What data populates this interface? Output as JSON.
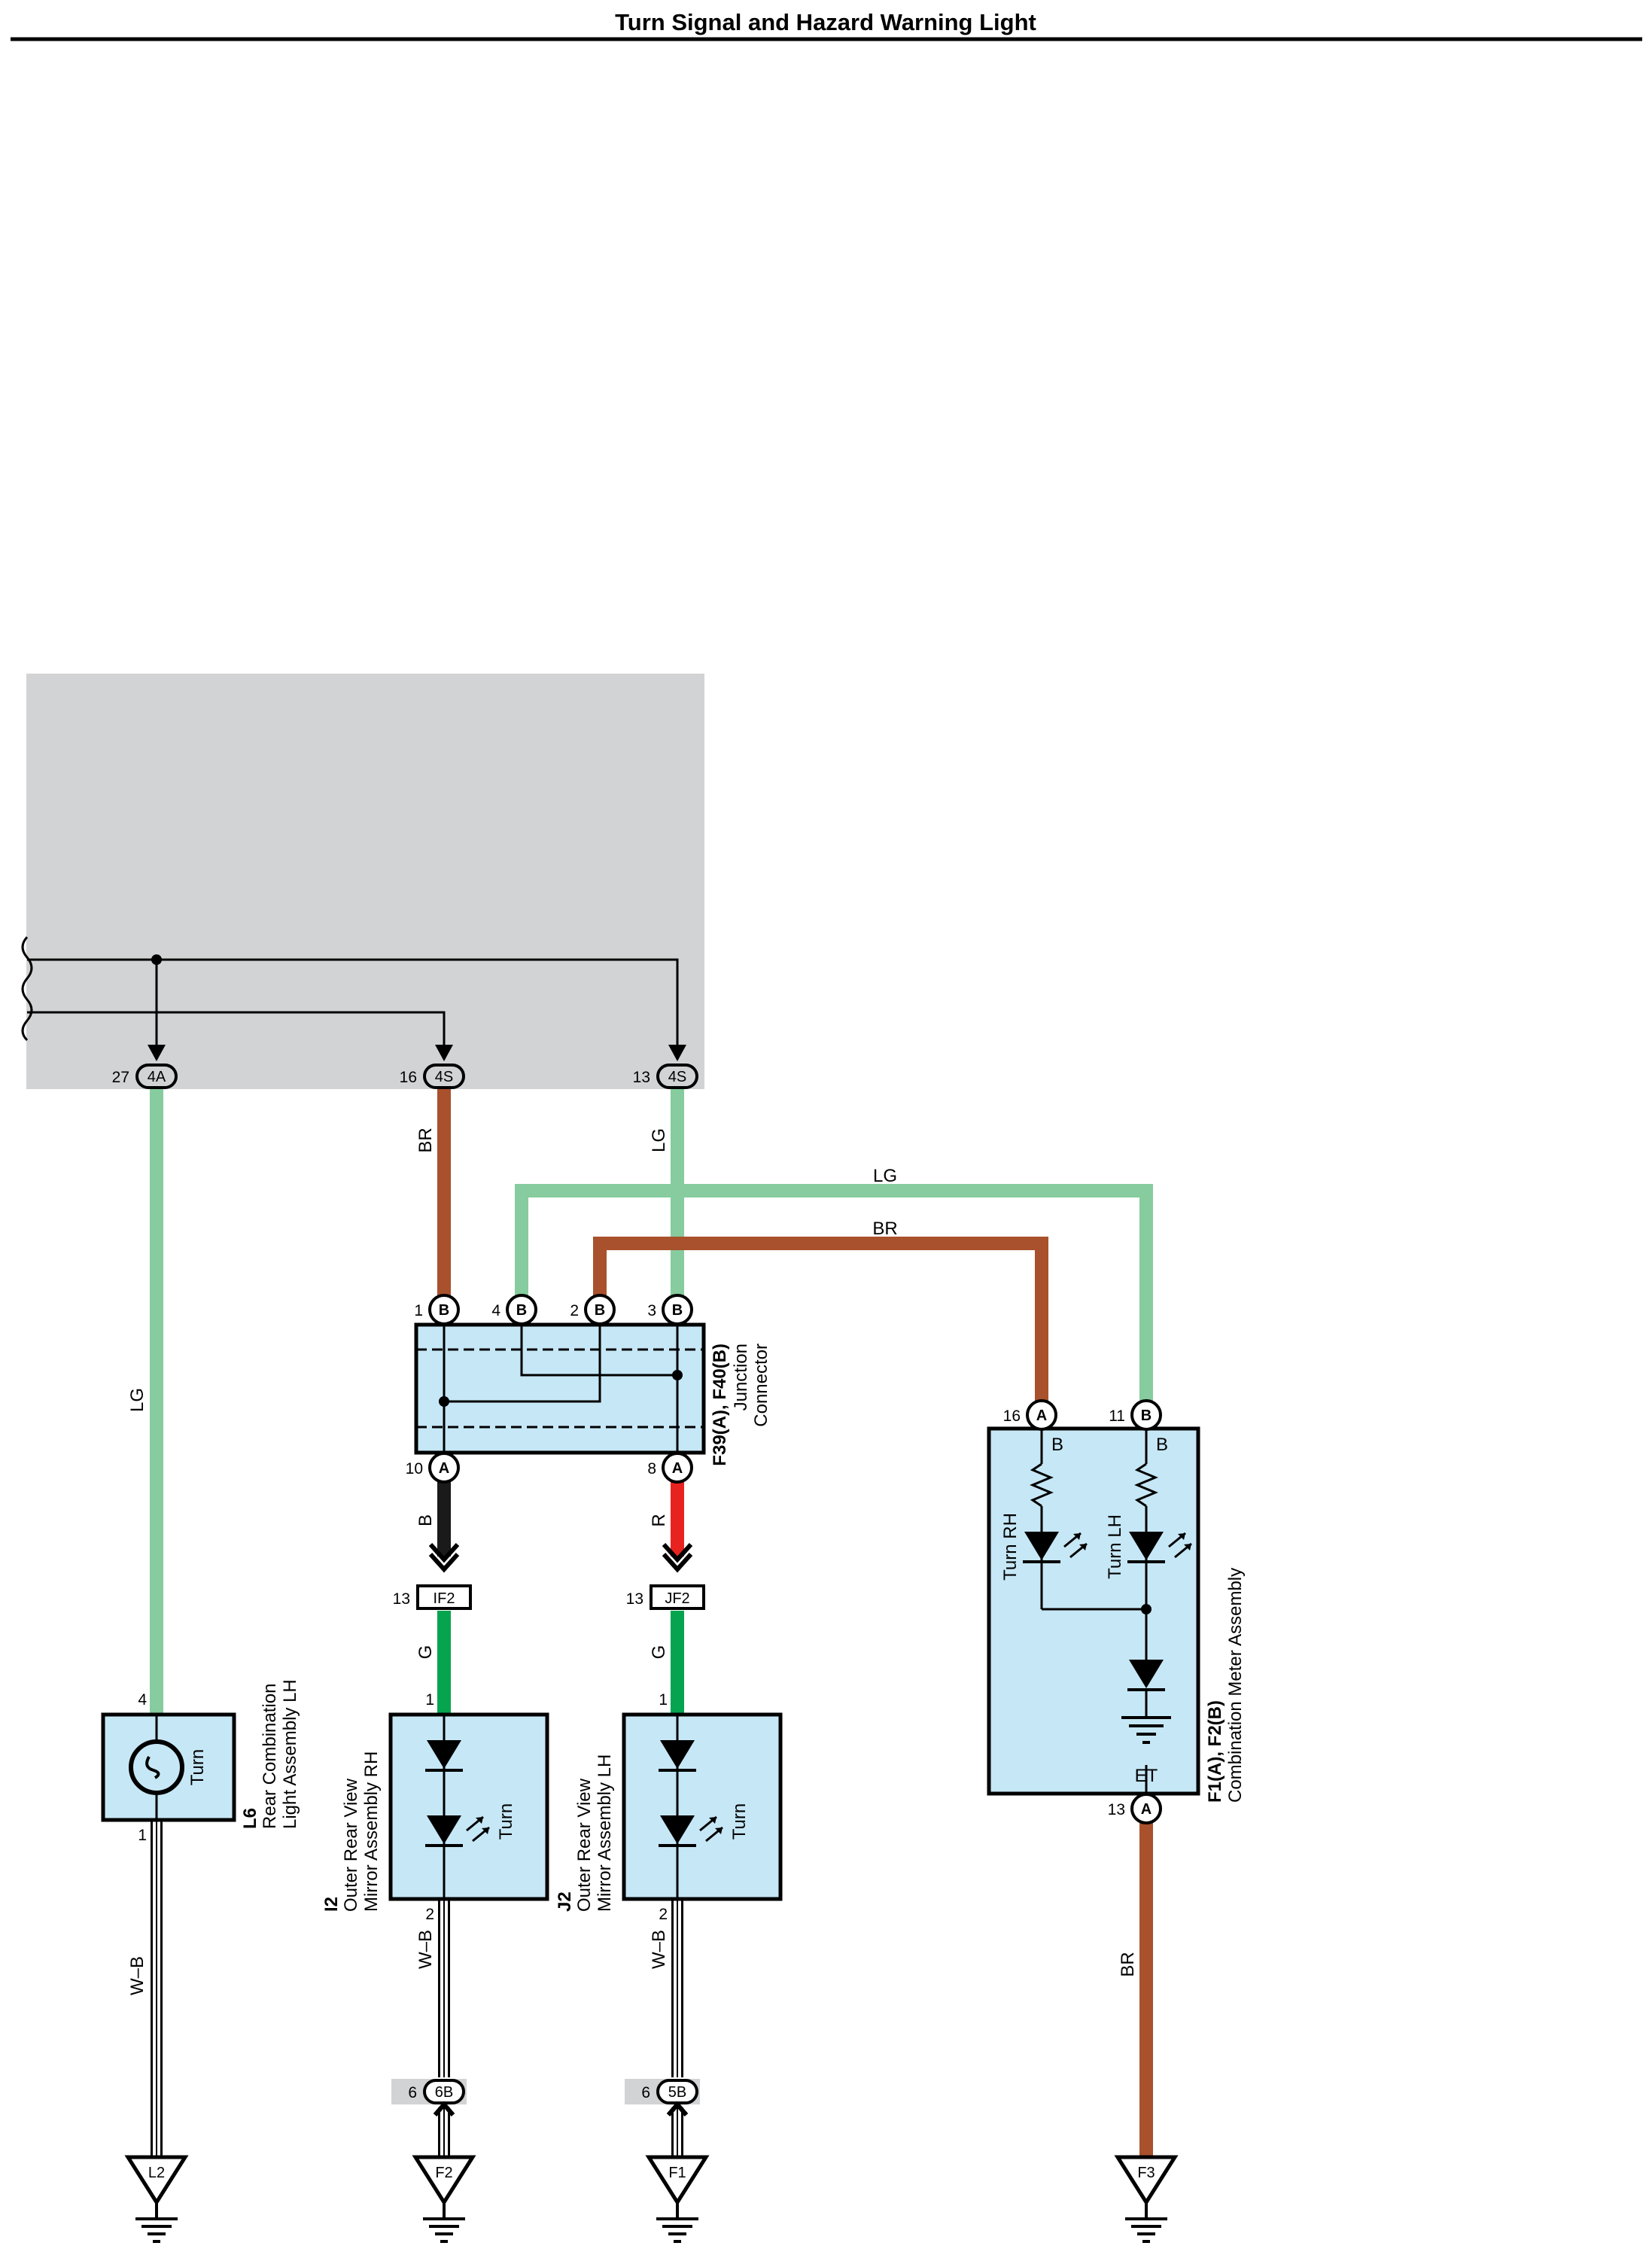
{
  "title": "Turn Signal and Hazard Warning Light",
  "colors": {
    "LG": "#86cc9e",
    "BR": "#a8512c",
    "B": "#1a1a1a",
    "R": "#e8231f",
    "G": "#07a44f",
    "panel": "#d2d3d5",
    "component": "#c6e7f6"
  },
  "upper_connectors": [
    {
      "pin": "27",
      "code": "4A"
    },
    {
      "pin": "16",
      "code": "4S"
    },
    {
      "pin": "13",
      "code": "4S"
    }
  ],
  "wires": {
    "lg_left": "LG",
    "br_mid": "BR",
    "lg_mid": "LG",
    "lg_top": "LG",
    "br_top": "BR",
    "b_wire": "B",
    "r_wire": "R",
    "g_rh": "G",
    "g_lh": "G",
    "wb_l6": "W–B",
    "wb_i2": "W–B",
    "wb_j2": "W–B",
    "br_bottom": "BR"
  },
  "junction": {
    "id": "F39(A), F40(B)",
    "name_line1": "Junction",
    "name_line2": "Connector",
    "top_pins": [
      {
        "pin": "1",
        "code": "B"
      },
      {
        "pin": "4",
        "code": "B"
      },
      {
        "pin": "2",
        "code": "B"
      },
      {
        "pin": "3",
        "code": "B"
      }
    ],
    "bottom_pins": [
      {
        "pin": "10",
        "code": "A"
      },
      {
        "pin": "8",
        "code": "A"
      }
    ]
  },
  "inline_connectors": [
    {
      "pin": "13",
      "code": "IF2"
    },
    {
      "pin": "13",
      "code": "JF2"
    }
  ],
  "meter": {
    "id": "F1(A), F2(B)",
    "name": "Combination Meter Assembly",
    "top_pins": [
      {
        "pin": "16",
        "code": "A"
      },
      {
        "pin": "11",
        "code": "B"
      }
    ],
    "inner_b1": "B",
    "inner_b2": "B",
    "led_rh": "Turn RH",
    "led_lh": "Turn LH",
    "et": "ET",
    "bottom_pin": {
      "pin": "13",
      "code": "A"
    }
  },
  "l6": {
    "id": "L6",
    "name_line1": "Rear Combination",
    "name_line2": "Light Assembly LH",
    "label": "Turn",
    "pin_top": "4",
    "pin_bottom": "1"
  },
  "i2": {
    "id": "I2",
    "name_line1": "Outer Rear View",
    "name_line2": "Mirror Assembly RH",
    "label": "Turn",
    "pin_top": "1",
    "pin_bottom": "2"
  },
  "j2": {
    "id": "J2",
    "name_line1": "Outer Rear View",
    "name_line2": "Mirror Assembly LH",
    "label": "Turn",
    "pin_top": "1",
    "pin_bottom": "2"
  },
  "lower_connectors": [
    {
      "pin": "6",
      "code": "6B"
    },
    {
      "pin": "6",
      "code": "5B"
    }
  ],
  "grounds": [
    "L2",
    "F2",
    "F1",
    "F3"
  ]
}
